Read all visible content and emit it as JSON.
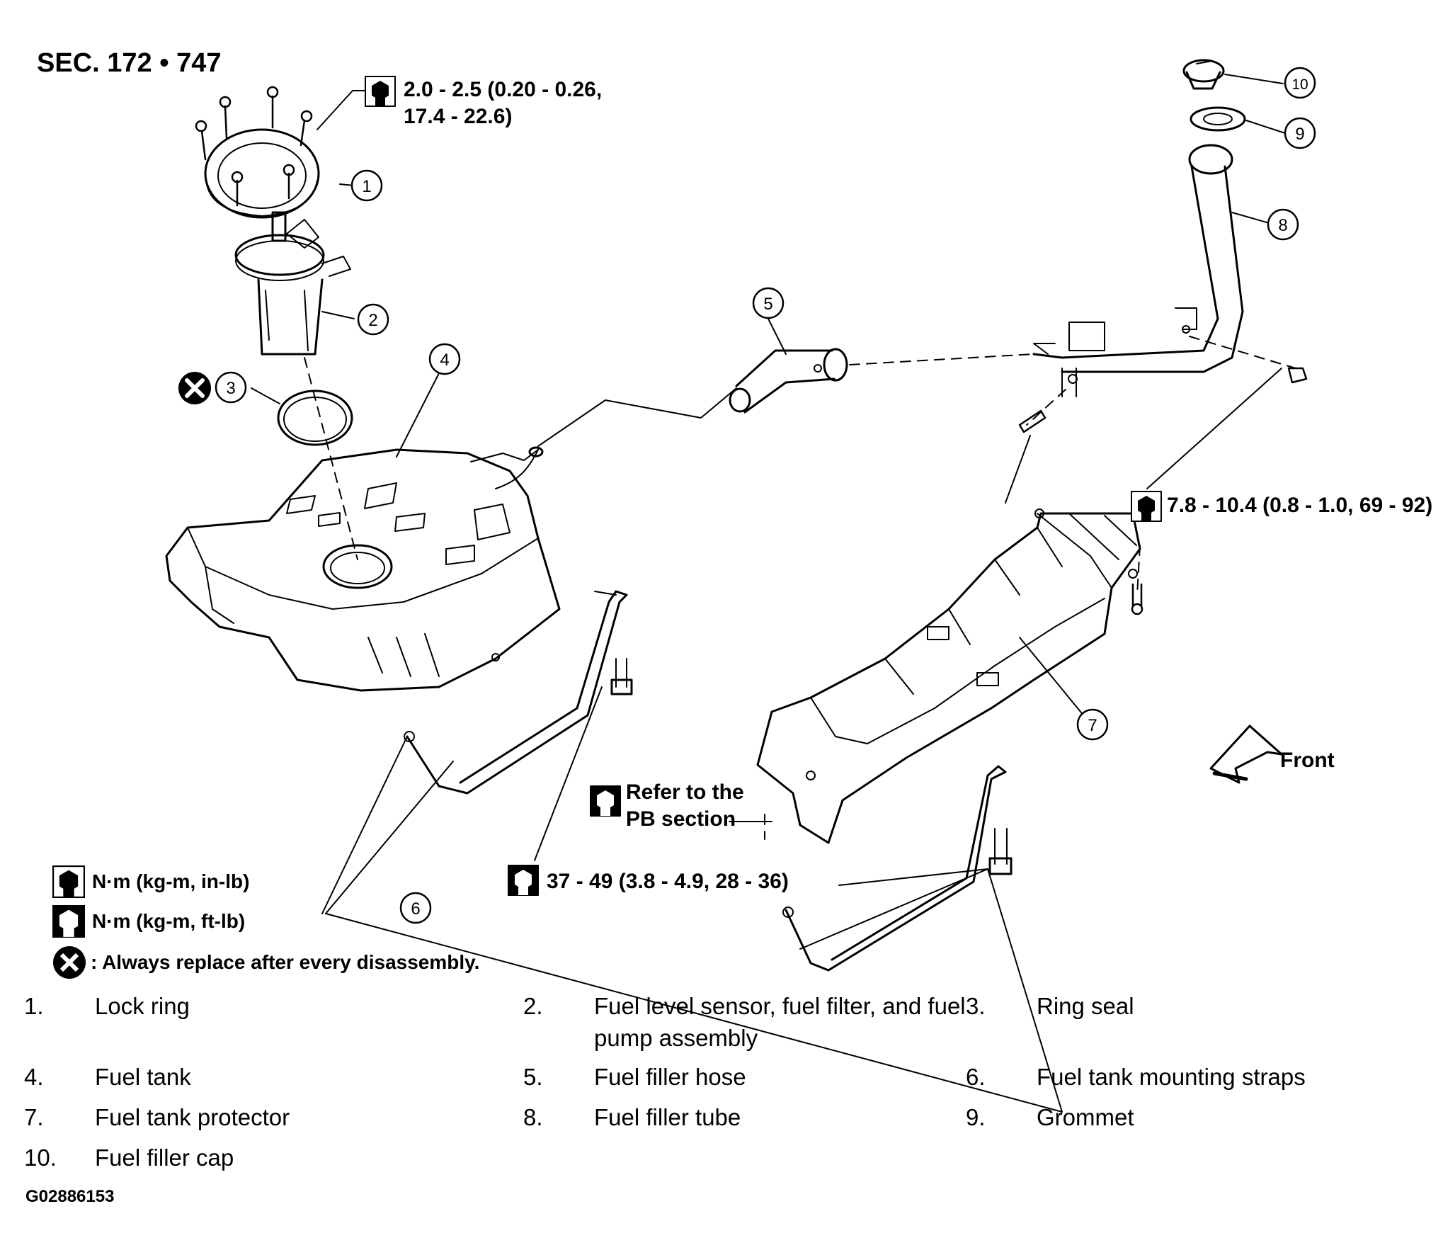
{
  "section": "SEC. 172 • 747",
  "torques": {
    "lock_ring_line1": "2.0 - 2.5 (0.20 - 0.26,",
    "lock_ring_line2": "17.4 - 22.6)",
    "filler_tube": "7.8 - 10.4 (0.8 - 1.0, 69 - 92)",
    "refer_line1": "Refer to the",
    "refer_line2": "PB section",
    "straps": "37 - 49 (3.8 - 4.9, 28 - 36)"
  },
  "front_label": "Front",
  "callouts": [
    "1",
    "2",
    "3",
    "4",
    "5",
    "6",
    "7",
    "8",
    "9",
    "10"
  ],
  "legend": {
    "torque_inlb": "N·m (kg-m, in-lb)",
    "torque_ftlb": "N·m (kg-m, ft-lb)",
    "replace": ": Always replace after every disassembly."
  },
  "icons": {
    "tighten_inlb": "torque-wrench-inlb-icon",
    "tighten_ftlb": "torque-wrench-ftlb-icon",
    "replace": "always-replace-x-icon",
    "front": "front-arrow-icon"
  },
  "parts": [
    {
      "num": "1.",
      "name": "Lock ring"
    },
    {
      "num": "2.",
      "name": "Fuel level sensor, fuel filter, and fuel pump assembly"
    },
    {
      "num": "3.",
      "name": "Ring seal"
    },
    {
      "num": "4.",
      "name": "Fuel tank"
    },
    {
      "num": "5.",
      "name": "Fuel filler hose"
    },
    {
      "num": "6.",
      "name": "Fuel tank mounting straps"
    },
    {
      "num": "7.",
      "name": "Fuel tank protector"
    },
    {
      "num": "8.",
      "name": "Fuel filler tube"
    },
    {
      "num": "9.",
      "name": "Grommet"
    },
    {
      "num": "10.",
      "name": "Fuel filler cap"
    }
  ],
  "figure_id": "G02886153"
}
